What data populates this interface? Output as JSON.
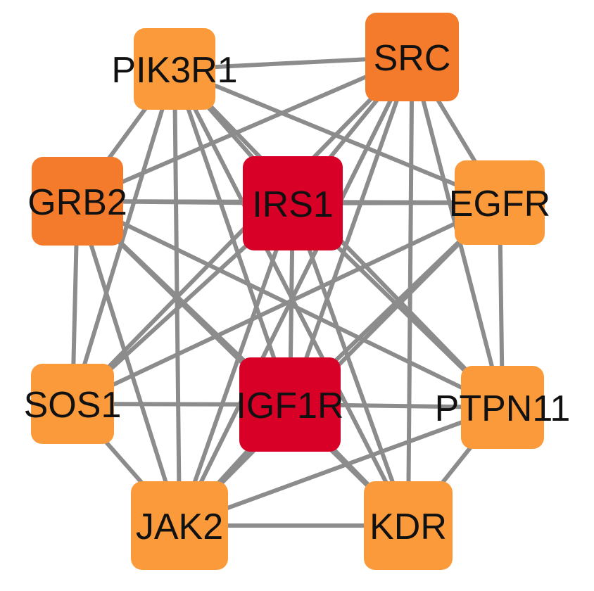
{
  "network": {
    "nodes": [
      {
        "id": "PIK3R1",
        "label": "PIK3R1",
        "degree": 8
      },
      {
        "id": "SRC",
        "label": "SRC",
        "degree": 9
      },
      {
        "id": "GRB2",
        "label": "GRB2",
        "degree": 9
      },
      {
        "id": "IRS1",
        "label": "IRS1",
        "degree": 10
      },
      {
        "id": "EGFR",
        "label": "EGFR",
        "degree": 8
      },
      {
        "id": "SOS1",
        "label": "SOS1",
        "degree": 8
      },
      {
        "id": "IGF1R",
        "label": "IGF1R",
        "degree": 10
      },
      {
        "id": "PTPN11",
        "label": "PTPN11",
        "degree": 8
      },
      {
        "id": "JAK2",
        "label": "JAK2",
        "degree": 8
      },
      {
        "id": "KDR",
        "label": "KDR",
        "degree": 8
      }
    ],
    "edges": [
      [
        "PIK3R1",
        "SRC"
      ],
      [
        "PIK3R1",
        "GRB2"
      ],
      [
        "PIK3R1",
        "IRS1"
      ],
      [
        "PIK3R1",
        "EGFR"
      ],
      [
        "PIK3R1",
        "SOS1"
      ],
      [
        "PIK3R1",
        "IGF1R"
      ],
      [
        "PIK3R1",
        "PTPN11"
      ],
      [
        "PIK3R1",
        "JAK2"
      ],
      [
        "PIK3R1",
        "KDR"
      ],
      [
        "SRC",
        "GRB2"
      ],
      [
        "SRC",
        "IRS1"
      ],
      [
        "SRC",
        "EGFR"
      ],
      [
        "SRC",
        "SOS1"
      ],
      [
        "SRC",
        "IGF1R"
      ],
      [
        "SRC",
        "PTPN11"
      ],
      [
        "SRC",
        "JAK2"
      ],
      [
        "SRC",
        "KDR"
      ],
      [
        "GRB2",
        "IRS1"
      ],
      [
        "GRB2",
        "EGFR"
      ],
      [
        "GRB2",
        "SOS1"
      ],
      [
        "GRB2",
        "IGF1R"
      ],
      [
        "GRB2",
        "PTPN11"
      ],
      [
        "GRB2",
        "JAK2"
      ],
      [
        "GRB2",
        "KDR"
      ],
      [
        "IRS1",
        "EGFR"
      ],
      [
        "IRS1",
        "SOS1"
      ],
      [
        "IRS1",
        "IGF1R"
      ],
      [
        "IRS1",
        "PTPN11"
      ],
      [
        "IRS1",
        "JAK2"
      ],
      [
        "IRS1",
        "KDR"
      ],
      [
        "EGFR",
        "SOS1"
      ],
      [
        "EGFR",
        "IGF1R"
      ],
      [
        "EGFR",
        "PTPN11"
      ],
      [
        "EGFR",
        "JAK2"
      ],
      [
        "SOS1",
        "IGF1R"
      ],
      [
        "SOS1",
        "JAK2"
      ],
      [
        "IGF1R",
        "PTPN11"
      ],
      [
        "IGF1R",
        "JAK2"
      ],
      [
        "IGF1R",
        "KDR"
      ],
      [
        "PTPN11",
        "JAK2"
      ],
      [
        "PTPN11",
        "KDR"
      ],
      [
        "JAK2",
        "KDR"
      ]
    ],
    "colors": {
      "high": "#d80027",
      "mid": "#f47b2b",
      "low": "#fb9a3a",
      "edge": "#8c8c8c",
      "label": "#111111"
    }
  }
}
